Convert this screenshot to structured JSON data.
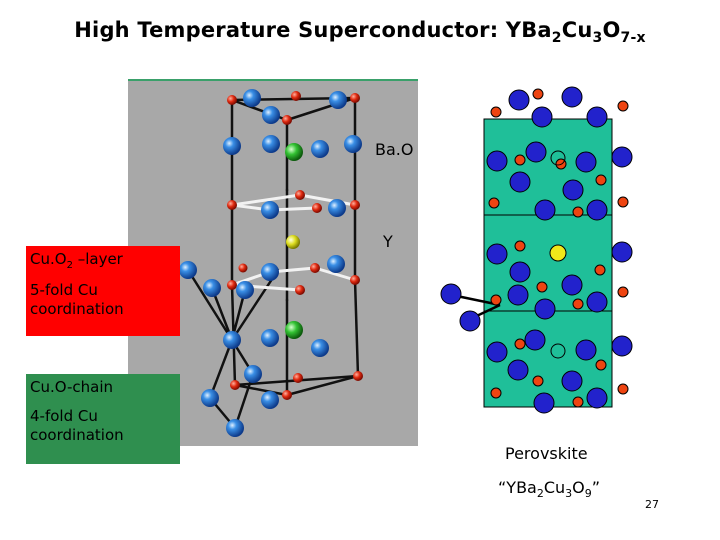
{
  "title": {
    "main": "High Temperature Superconductor: YBa",
    "s1": "2",
    "m2": "Cu",
    "s2": "3",
    "m3": "O",
    "s3": "7-x"
  },
  "labels": {
    "bao": "Ba.O",
    "y": "Y",
    "perovskite": "Perovskite"
  },
  "cuo2_box": {
    "pre": "Cu.O",
    "sub": "2",
    "post": " –layer",
    "line2": "5-fold Cu",
    "line3": "coordination"
  },
  "cuo_box": {
    "line1": "Cu.O-chain",
    "line2": "4-fold Cu",
    "line3": "coordination"
  },
  "formula": {
    "a": "“YBa",
    "s1": "2",
    "b": "Cu",
    "s2": "3",
    "c": "O",
    "s3": "9",
    "d": "”"
  },
  "page_number": "27",
  "colors": {
    "gray_panel": "#a8a8a8",
    "perovskite_cell": "#1fbf99",
    "cuo2_box": "#ff0000",
    "cuo_box": "#2f8f4f",
    "cu_atom": "#2a6fd8",
    "o_atom": "#dd2211",
    "ba_atom": "#4caf50",
    "y_atom": "#e6e62a"
  }
}
